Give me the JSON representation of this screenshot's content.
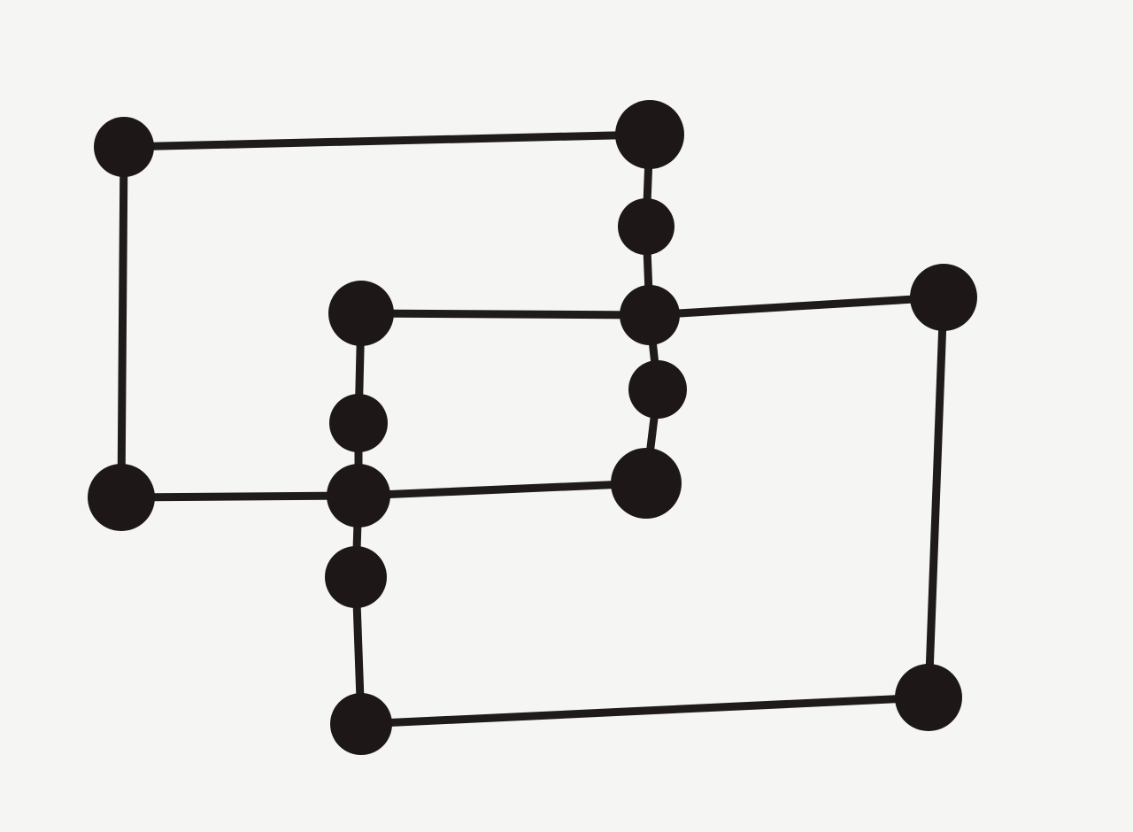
{
  "diagram": {
    "nodes": [
      {
        "id": "n1"
      },
      {
        "id": "n2"
      },
      {
        "id": "n3"
      },
      {
        "id": "n4"
      },
      {
        "id": "n5"
      },
      {
        "id": "n6"
      },
      {
        "id": "n7"
      },
      {
        "id": "n8"
      },
      {
        "id": "n9"
      },
      {
        "id": "n10"
      },
      {
        "id": "n11"
      },
      {
        "id": "n12"
      },
      {
        "id": "n13"
      },
      {
        "id": "n14"
      },
      {
        "id": "n15"
      },
      {
        "id": "n16"
      }
    ],
    "edges": [
      [
        "n1",
        "n2"
      ],
      [
        "n1",
        "n3"
      ],
      [
        "n3",
        "n10"
      ],
      [
        "n10",
        "n14"
      ],
      [
        "n2",
        "n4"
      ],
      [
        "n4",
        "n5"
      ],
      [
        "n5",
        "n6"
      ],
      [
        "n6",
        "n7"
      ],
      [
        "n7",
        "n14"
      ],
      [
        "n8",
        "n5"
      ],
      [
        "n5",
        "n15"
      ],
      [
        "n15",
        "n16"
      ],
      [
        "n16",
        "n13"
      ],
      [
        "n13",
        "n12"
      ],
      [
        "n12",
        "n10"
      ],
      [
        "n10",
        "n11"
      ],
      [
        "n11",
        "n8"
      ]
    ],
    "colors": {
      "ink": "#1f1a1b",
      "paper": "#f5f5f3"
    }
  }
}
